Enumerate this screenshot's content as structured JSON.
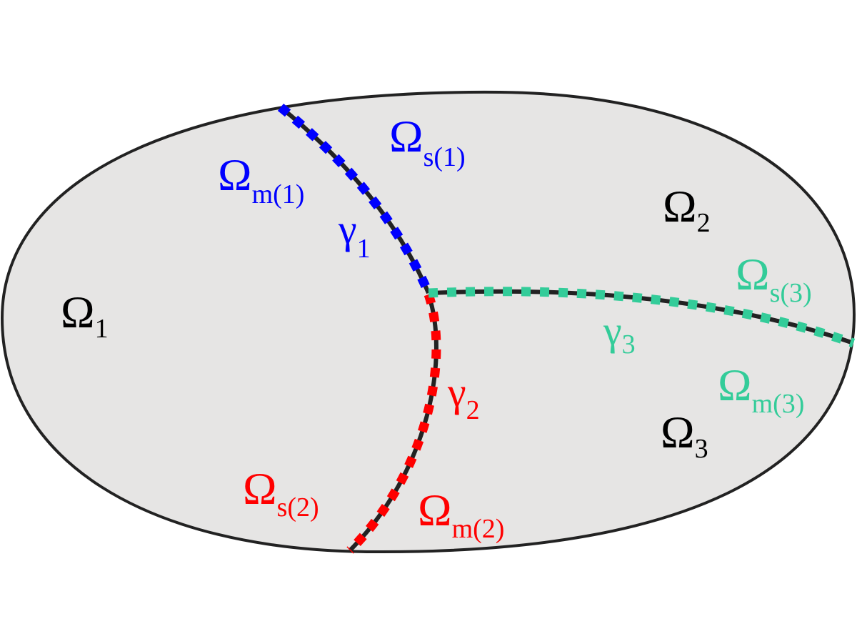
{
  "colors": {
    "domain_fill": "#e6e5e4",
    "outline": "#222222",
    "interface1": "#0000ff",
    "interface2": "#ff0000",
    "interface3": "#33cc99",
    "text_default": "#000000"
  },
  "labels": {
    "omega1": {
      "main": "Ω",
      "sub": "1"
    },
    "omega2": {
      "main": "Ω",
      "sub": "2"
    },
    "omega3": {
      "main": "Ω",
      "sub": "3"
    },
    "omega_s1": {
      "main": "Ω",
      "sub": "s(1)"
    },
    "omega_m1": {
      "main": "Ω",
      "sub": "m(1)"
    },
    "gamma1": {
      "main": "γ",
      "sub": "1"
    },
    "omega_s2": {
      "main": "Ω",
      "sub": "s(2)"
    },
    "omega_m2": {
      "main": "Ω",
      "sub": "m(2)"
    },
    "gamma2": {
      "main": "γ",
      "sub": "2"
    },
    "omega_s3": {
      "main": "Ω",
      "sub": "s(3)"
    },
    "omega_m3": {
      "main": "Ω",
      "sub": "m(3)"
    },
    "gamma3": {
      "main": "γ",
      "sub": "3"
    }
  }
}
